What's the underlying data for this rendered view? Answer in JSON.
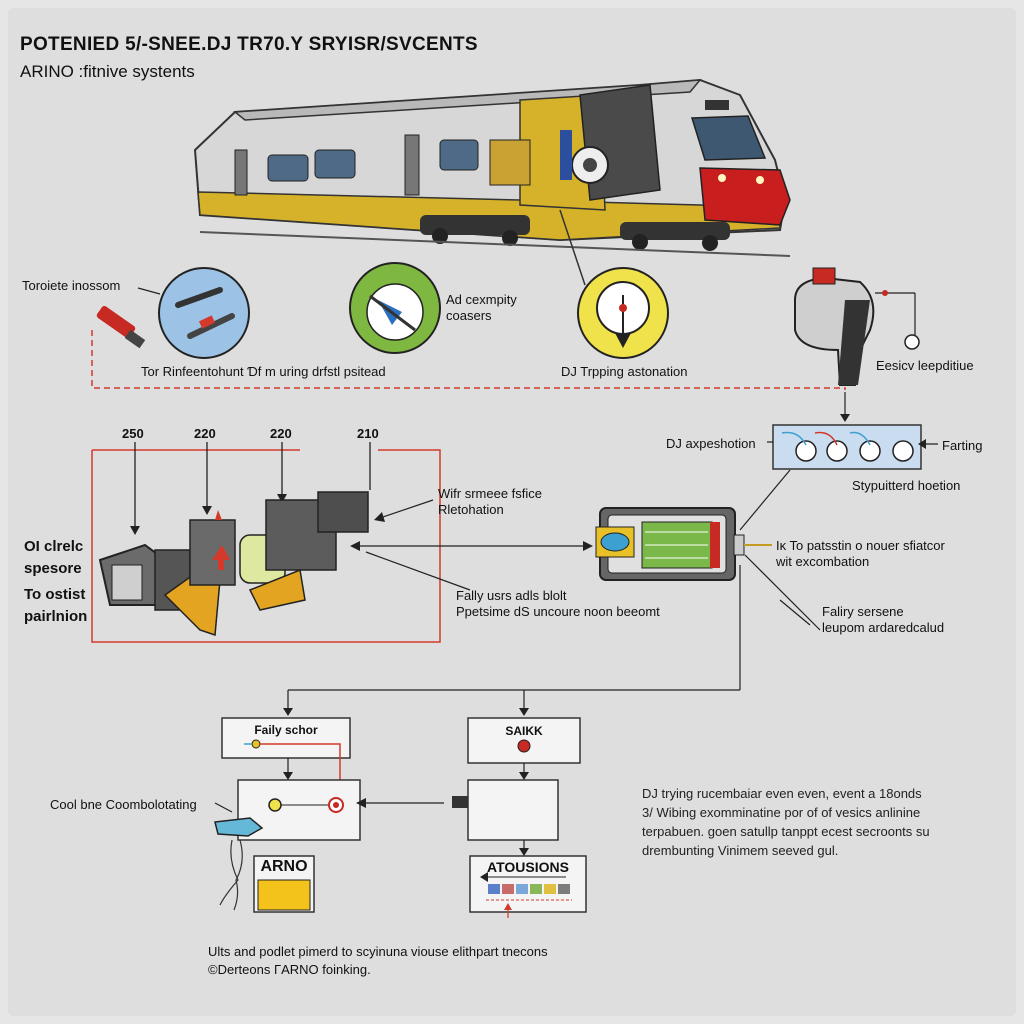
{
  "title": {
    "line1": "POTENIED 5/-SNEE.DJ TR70.Y SRYISR/SVCENTS",
    "line2": "ARINO :fitnive systents"
  },
  "top_row": {
    "left_label": "Toroiete inossom",
    "caption_1": "Tor Rinfeentohunt Ɗf m uring drfstl psitead",
    "circle_2_label": "Ad cexmpity\ncoasers",
    "circle_3_caption": "DJ Trpping astonation",
    "right_label": "Eesicv leepditiue"
  },
  "numbers": [
    "250",
    "220",
    "220",
    "210"
  ],
  "middle": {
    "left_label_1": "OI clrelc\nspesore",
    "left_label_2": "To ostist\npairlnion",
    "note_top": "Wifr srmeee fsfice\nRletohation",
    "note_bottom": "Fally usrs adls blolt\nPpetsime dS uncoure noon beeomt",
    "panel_left": "DJ axpeshotion",
    "panel_right": "Farting",
    "panel_below": "Stypuitterd hoetion",
    "device_note": "Iĸ To patsstin o nouer sfiatcor\nwit excombation",
    "device_note_2": "Faliry sersene\nleupom ardaredcalud"
  },
  "bottom": {
    "box_fault": "Faily schor",
    "box_saik": "SAIKK",
    "left_label": "Cool bne Coombolotating",
    "box_arno": "ARNO",
    "box_atousions": "ATOUSIONS",
    "desc": "DJ trying rucembaiar even even, event a 18onds\n3/ Wibing exomminatine por of of vesics anlinine\nterpabuen. goen satullp tanppt ecest secroonts su\ndrembunting Vinimem seeved gul.",
    "footer_1": "Ults and podlet pimerd to scyinuna viouse elithpart tnecons",
    "footer_2": "©Derteons ΓARNO foinking."
  },
  "colors": {
    "train_body": "#d7d7d7",
    "train_stripe": "#d6b22a",
    "train_nose": "#c81e1e",
    "circle_blue": "#9cc3e6",
    "circle_green": "#7fb841",
    "circle_yellow": "#f0e24a",
    "panel_blue": "#c9dcf0",
    "leader_red": "#d33a2c",
    "arno_yellow": "#f3c21b"
  }
}
